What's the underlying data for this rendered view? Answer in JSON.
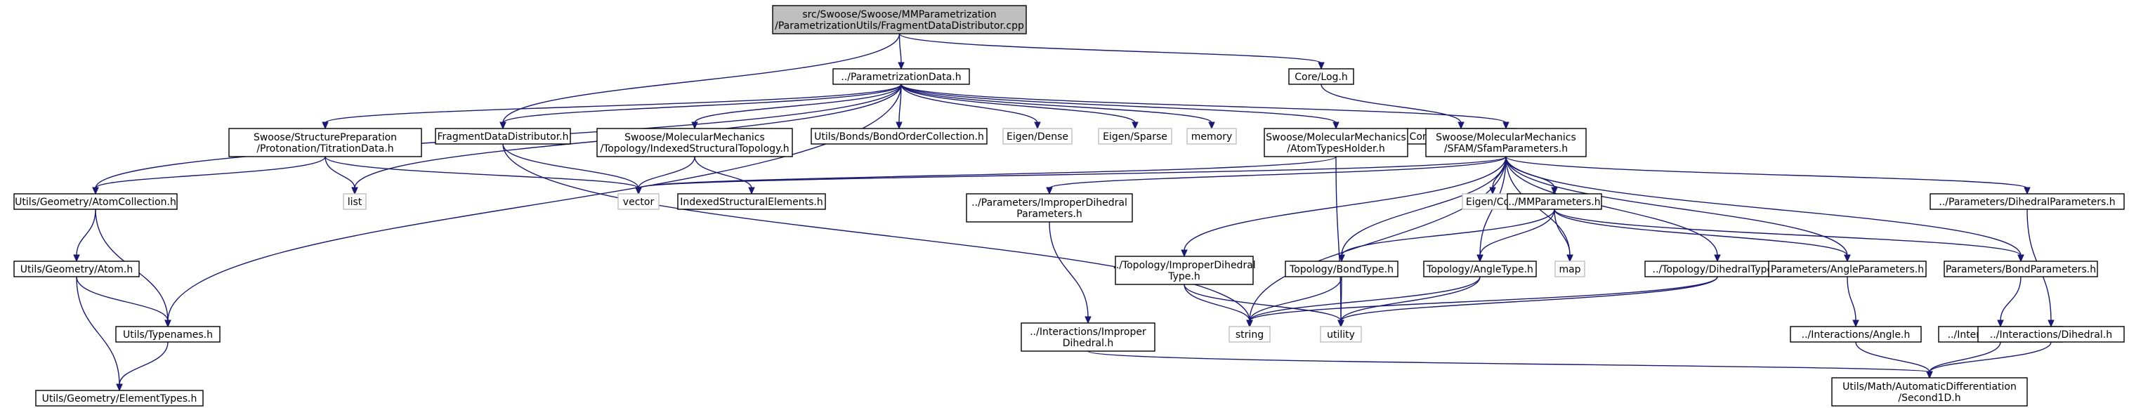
{
  "diagram": {
    "nodes": [
      {
        "id": "root",
        "lines": [
          "src/Swoose/Swoose/MMParametrization",
          "/ParametrizationUtils/FragmentDataDistributor.cpp"
        ],
        "style": "root"
      },
      {
        "id": "pdata",
        "lines": [
          "../ParametrizationData.h"
        ],
        "style": "normal"
      },
      {
        "id": "log",
        "lines": [
          "Core/Log.h"
        ],
        "style": "normal"
      },
      {
        "id": "exportctl",
        "lines": [
          "Core/ExportControl.h"
        ],
        "style": "normal"
      },
      {
        "id": "titration",
        "lines": [
          "Swoose/StructurePreparation",
          "/Protonation/TitrationData.h"
        ],
        "style": "normal"
      },
      {
        "id": "fdd",
        "lines": [
          "FragmentDataDistributor.h"
        ],
        "style": "normal"
      },
      {
        "id": "ist",
        "lines": [
          "Swoose/MolecularMechanics",
          "/Topology/IndexedStructuralTopology.h"
        ],
        "style": "normal"
      },
      {
        "id": "bondorder",
        "lines": [
          "Utils/Bonds/BondOrderCollection.h"
        ],
        "style": "normal"
      },
      {
        "id": "eigendense",
        "lines": [
          "Eigen/Dense"
        ],
        "style": "sys"
      },
      {
        "id": "eigensparse",
        "lines": [
          "Eigen/Sparse"
        ],
        "style": "sys"
      },
      {
        "id": "memory",
        "lines": [
          "memory"
        ],
        "style": "sys"
      },
      {
        "id": "atomtypes",
        "lines": [
          "Swoose/MolecularMechanics",
          "/AtomTypesHolder.h"
        ],
        "style": "normal"
      },
      {
        "id": "sfam",
        "lines": [
          "Swoose/MolecularMechanics",
          "/SFAM/SfamParameters.h"
        ],
        "style": "normal"
      },
      {
        "id": "atomcoll",
        "lines": [
          "Utils/Geometry/AtomCollection.h"
        ],
        "style": "normal"
      },
      {
        "id": "list",
        "lines": [
          "list"
        ],
        "style": "sys"
      },
      {
        "id": "vector",
        "lines": [
          "vector"
        ],
        "style": "sys"
      },
      {
        "id": "ise",
        "lines": [
          "IndexedStructuralElements.h"
        ],
        "style": "normal"
      },
      {
        "id": "impdihparams",
        "lines": [
          "../Parameters/ImproperDihedral",
          "Parameters.h"
        ],
        "style": "normal"
      },
      {
        "id": "eigencore",
        "lines": [
          "Eigen/Core"
        ],
        "style": "sys"
      },
      {
        "id": "mmparams",
        "lines": [
          "../MMParameters.h"
        ],
        "style": "normal"
      },
      {
        "id": "dihparams",
        "lines": [
          "../Parameters/DihedralParameters.h"
        ],
        "style": "normal"
      },
      {
        "id": "atom",
        "lines": [
          "Utils/Geometry/Atom.h"
        ],
        "style": "normal"
      },
      {
        "id": "imptype",
        "lines": [
          "../Topology/ImproperDihedral",
          "Type.h"
        ],
        "style": "normal"
      },
      {
        "id": "bondtype",
        "lines": [
          "Topology/BondType.h"
        ],
        "style": "normal"
      },
      {
        "id": "angletype",
        "lines": [
          "Topology/AngleType.h"
        ],
        "style": "normal"
      },
      {
        "id": "map",
        "lines": [
          "map"
        ],
        "style": "sys"
      },
      {
        "id": "dihtype",
        "lines": [
          "../Topology/DihedralType.h"
        ],
        "style": "normal"
      },
      {
        "id": "angleparams",
        "lines": [
          "Parameters/AngleParameters.h"
        ],
        "style": "normal"
      },
      {
        "id": "bondparams",
        "lines": [
          "Parameters/BondParameters.h"
        ],
        "style": "normal"
      },
      {
        "id": "typenames",
        "lines": [
          "Utils/Typenames.h"
        ],
        "style": "normal"
      },
      {
        "id": "impdihint",
        "lines": [
          "../Interactions/Improper",
          "Dihedral.h"
        ],
        "style": "normal"
      },
      {
        "id": "string",
        "lines": [
          "string"
        ],
        "style": "sys"
      },
      {
        "id": "utility",
        "lines": [
          "utility"
        ],
        "style": "sys"
      },
      {
        "id": "angleint",
        "lines": [
          "../Interactions/Angle.h"
        ],
        "style": "normal"
      },
      {
        "id": "bondint",
        "lines": [
          "../Interactions/Bond.h"
        ],
        "style": "normal"
      },
      {
        "id": "dihint",
        "lines": [
          "../Interactions/Dihedral.h"
        ],
        "style": "normal"
      },
      {
        "id": "elemtypes",
        "lines": [
          "Utils/Geometry/ElementTypes.h"
        ],
        "style": "normal"
      },
      {
        "id": "second1d",
        "lines": [
          "Utils/Math/AutomaticDifferentiation",
          "/Second1D.h"
        ],
        "style": "normal"
      }
    ],
    "edges": [
      [
        "root",
        "pdata"
      ],
      [
        "root",
        "log"
      ],
      [
        "root",
        "fdd"
      ],
      [
        "log",
        "exportctl"
      ],
      [
        "pdata",
        "titration"
      ],
      [
        "pdata",
        "fdd"
      ],
      [
        "pdata",
        "ist"
      ],
      [
        "pdata",
        "bondorder"
      ],
      [
        "pdata",
        "eigendense"
      ],
      [
        "pdata",
        "eigensparse"
      ],
      [
        "pdata",
        "memory"
      ],
      [
        "pdata",
        "atomtypes"
      ],
      [
        "pdata",
        "sfam"
      ],
      [
        "pdata",
        "atomcoll"
      ],
      [
        "pdata",
        "list"
      ],
      [
        "pdata",
        "typenames"
      ],
      [
        "titration",
        "atomcoll"
      ],
      [
        "titration",
        "list"
      ],
      [
        "titration",
        "vector"
      ],
      [
        "fdd",
        "vector"
      ],
      [
        "fdd",
        "string"
      ],
      [
        "ist",
        "vector"
      ],
      [
        "ist",
        "ise"
      ],
      [
        "atomtypes",
        "vector"
      ],
      [
        "atomtypes",
        "utility"
      ],
      [
        "sfam",
        "vector"
      ],
      [
        "sfam",
        "string"
      ],
      [
        "sfam",
        "impdihparams"
      ],
      [
        "sfam",
        "eigencore"
      ],
      [
        "sfam",
        "mmparams"
      ],
      [
        "sfam",
        "map"
      ],
      [
        "sfam",
        "dihparams"
      ],
      [
        "sfam",
        "imptype"
      ],
      [
        "sfam",
        "bondtype"
      ],
      [
        "sfam",
        "angletype"
      ],
      [
        "sfam",
        "dihtype"
      ],
      [
        "sfam",
        "angleparams"
      ],
      [
        "sfam",
        "bondparams"
      ],
      [
        "atomcoll",
        "atom"
      ],
      [
        "atomcoll",
        "typenames"
      ],
      [
        "atom",
        "typenames"
      ],
      [
        "atom",
        "elemtypes"
      ],
      [
        "typenames",
        "elemtypes"
      ],
      [
        "impdihparams",
        "impdihint"
      ],
      [
        "mmparams",
        "bondtype"
      ],
      [
        "mmparams",
        "angletype"
      ],
      [
        "mmparams",
        "map"
      ],
      [
        "mmparams",
        "angleparams"
      ],
      [
        "mmparams",
        "bondparams"
      ],
      [
        "imptype",
        "string"
      ],
      [
        "imptype",
        "utility"
      ],
      [
        "bondtype",
        "string"
      ],
      [
        "bondtype",
        "utility"
      ],
      [
        "angletype",
        "string"
      ],
      [
        "angletype",
        "utility"
      ],
      [
        "dihtype",
        "string"
      ],
      [
        "dihtype",
        "utility"
      ],
      [
        "dihparams",
        "dihint"
      ],
      [
        "angleparams",
        "angleint"
      ],
      [
        "bondparams",
        "bondint"
      ],
      [
        "impdihint",
        "second1d"
      ],
      [
        "angleint",
        "second1d"
      ],
      [
        "bondint",
        "second1d"
      ],
      [
        "dihint",
        "second1d"
      ]
    ]
  }
}
